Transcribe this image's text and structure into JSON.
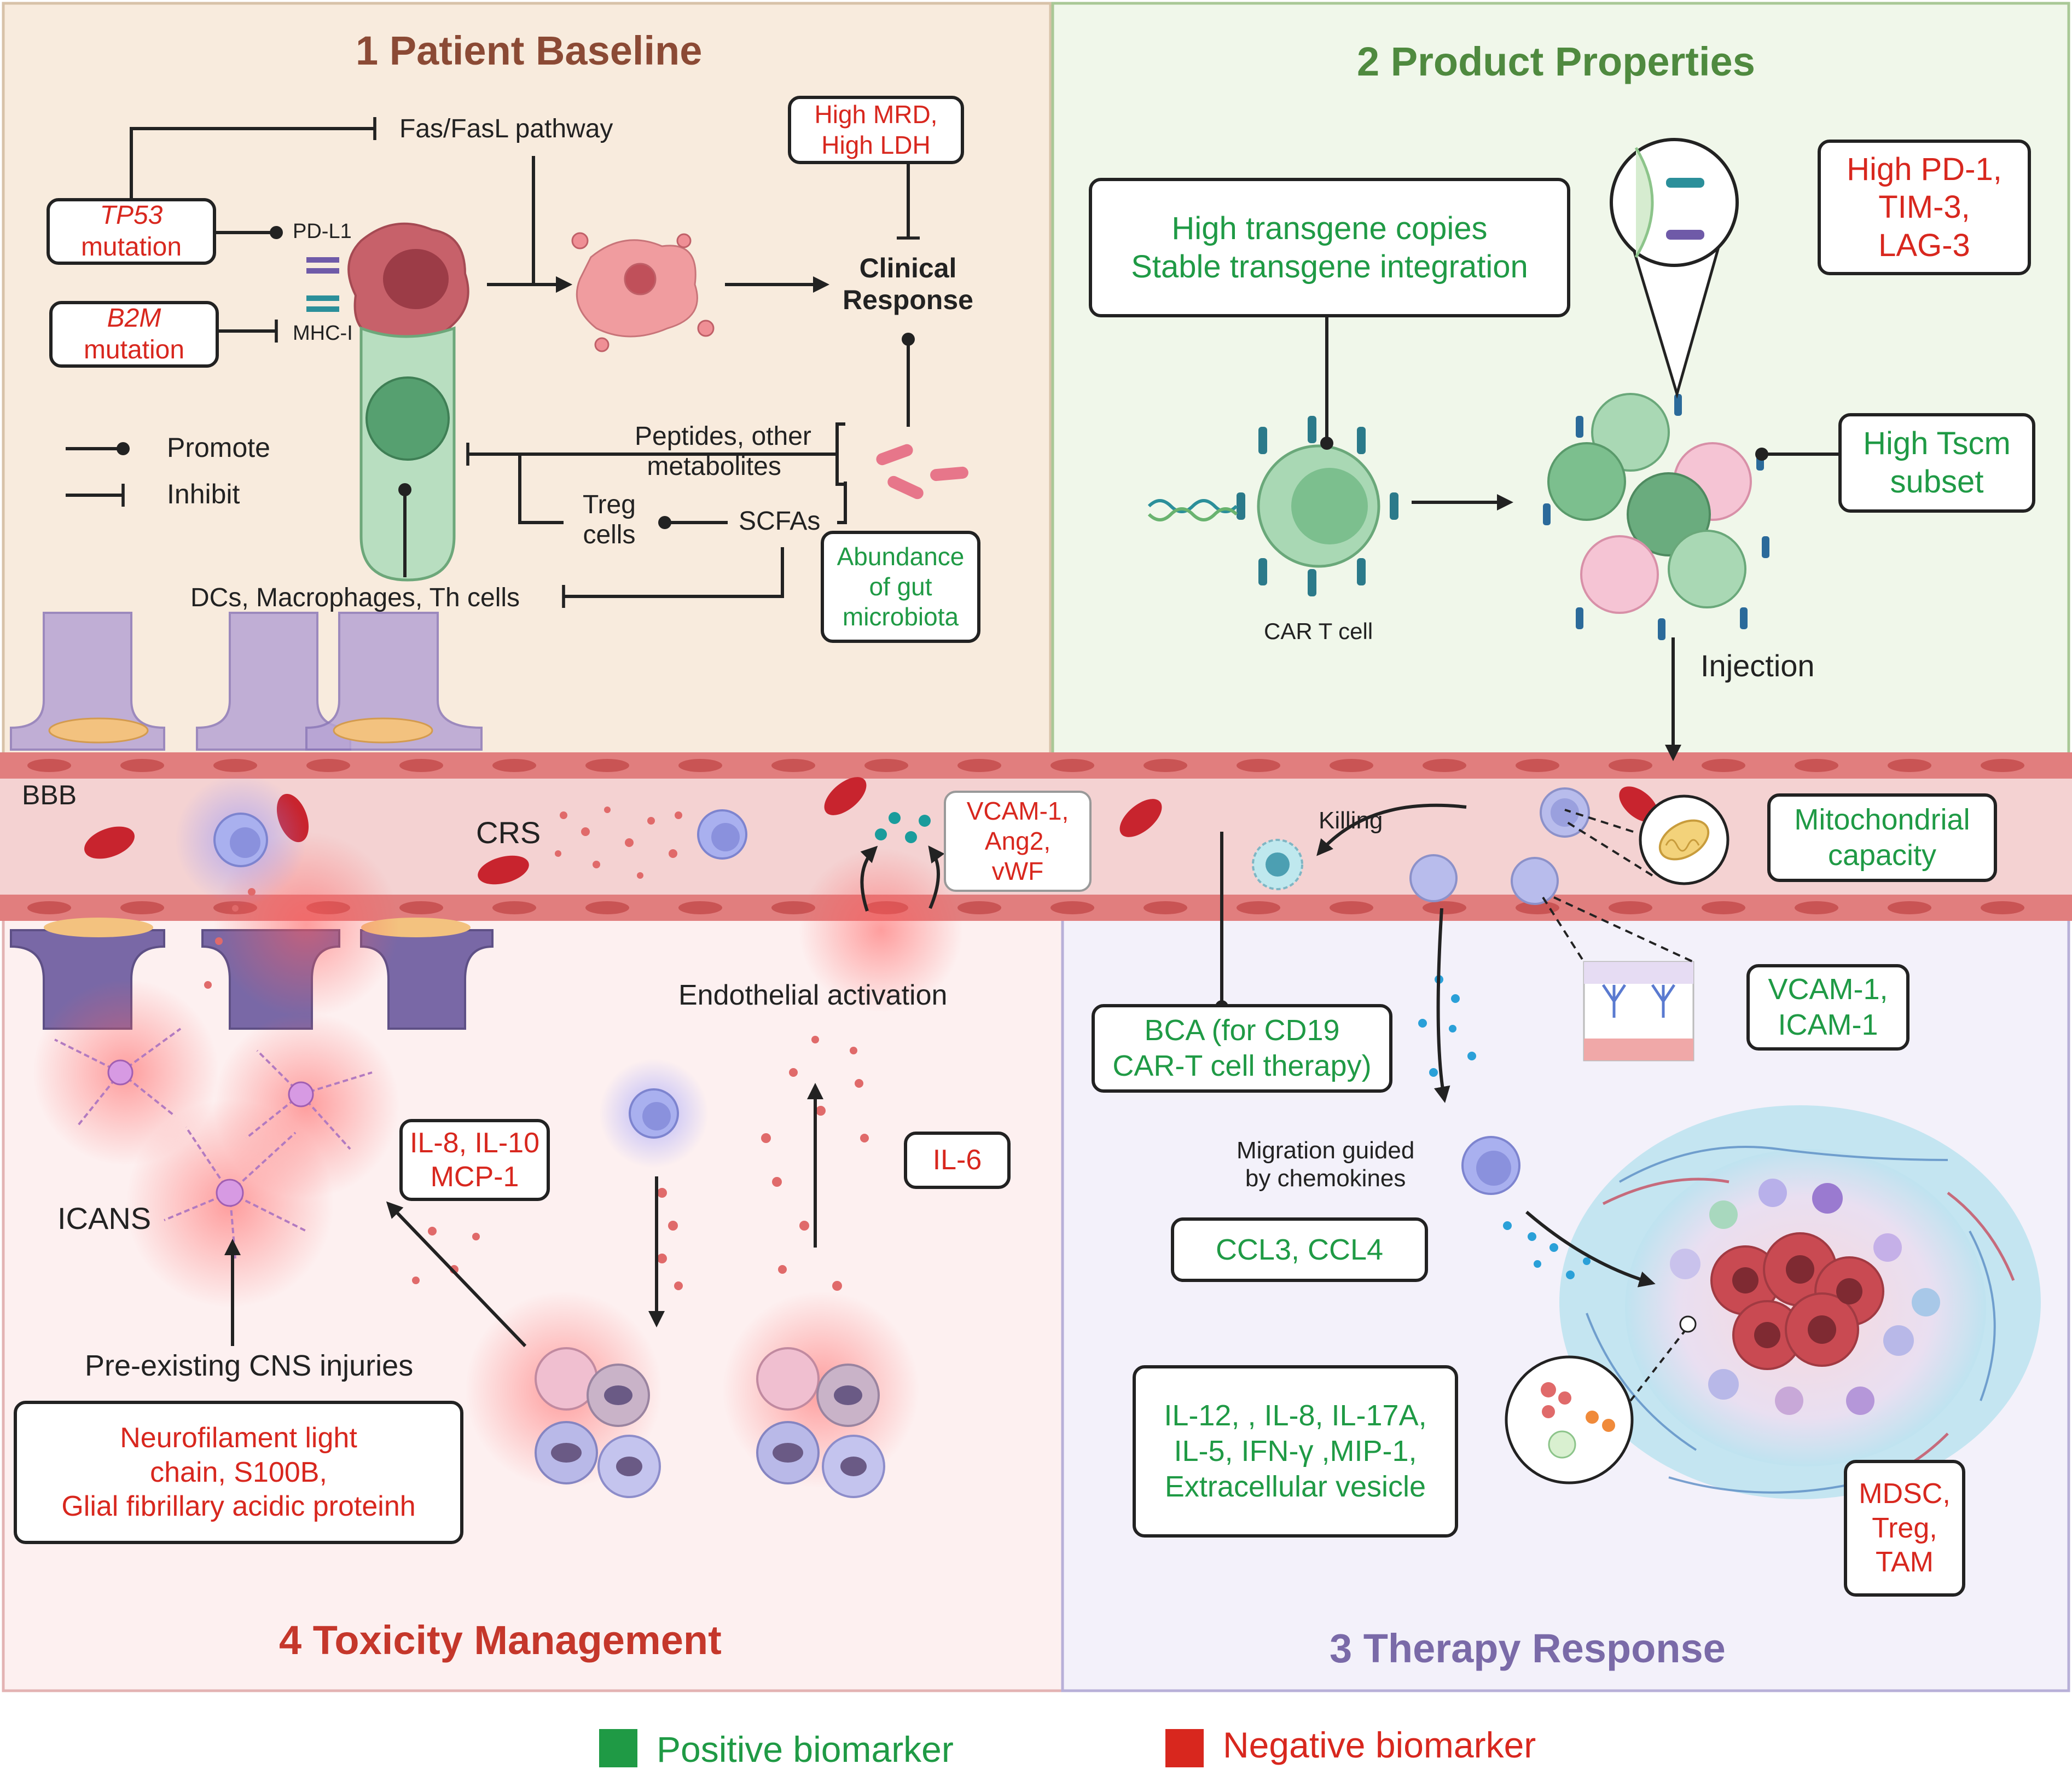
{
  "sections": {
    "baseline": {
      "title": "1 Patient Baseline",
      "color": "#8b4a35"
    },
    "product": {
      "title": "2  Product Properties",
      "color": "#4f8a3f"
    },
    "therapy": {
      "title": "3  Therapy Response",
      "color": "#7a6aa8"
    },
    "toxicity": {
      "title": "4  Toxicity Management",
      "color": "#c5372b"
    }
  },
  "baseline": {
    "fasfasl": "Fas/FasL pathway",
    "tp53_gene": "TP53",
    "tp53_word": "mutation",
    "b2m_gene": "B2M",
    "b2m_word": "mutation",
    "pdl1": "PD-L1",
    "mhc1": "MHC-I",
    "mrd_line1": "High MRD,",
    "mrd_line2": "High LDH",
    "clinical_line1": "Clinical",
    "clinical_line2": "Response",
    "legend_promote": "Promote",
    "legend_inhibit": "Inhibit",
    "peptides_line1": "Peptides, other",
    "peptides_line2": "metabolites",
    "treg_line1": "Treg",
    "treg_line2": "cells",
    "scfas": "SCFAs",
    "microbiota_line1": "Abundance",
    "microbiota_line2": "of gut",
    "microbiota_line3": "microbiota",
    "dcs": "DCs, Macrophages, Th cells"
  },
  "product": {
    "transgene_line1": "High transgene copies",
    "transgene_line2": "Stable transgene integration",
    "checkpoint_line1": "High PD-1,",
    "checkpoint_line2": "TIM-3,",
    "checkpoint_line3": "LAG-3",
    "tscm_line1": "High Tscm",
    "tscm_line2": "subset",
    "car_t": "CAR T cell",
    "injection": "Injection"
  },
  "vessel": {
    "bbb": "BBB",
    "crs": "CRS",
    "vcam_line1": "VCAM-1,",
    "vcam_line2": "Ang2,",
    "vcam_line3": "vWF",
    "killing": "Killing",
    "mito_line1": "Mitochondrial",
    "mito_line2": "capacity"
  },
  "therapy": {
    "bca_line1": "BCA  (for CD19",
    "bca_line2": "CAR-T cell therapy)",
    "vcam_line1": "VCAM-1,",
    "vcam_line2": "ICAM-1",
    "migration_line1": "Migration guided",
    "migration_line2": "by chemokines",
    "ccl": "CCL3, CCL4",
    "cyto_line1": "IL-12, , IL-8,  IL-17A,",
    "cyto_line2": "IL-5, IFN-γ ,MIP-1,",
    "cyto_line3": "Extracellular vesicle",
    "mdsc_line1": "MDSC,",
    "mdsc_line2": "Treg,",
    "mdsc_line3": "TAM"
  },
  "toxicity": {
    "endothelial": "Endothelial activation",
    "il8_line1": "IL-8, IL-10",
    "il8_line2": "MCP-1",
    "il6": "IL-6",
    "icans": "ICANS",
    "preexisting": "Pre-existing CNS injuries",
    "nfl_line1": "Neurofilament light",
    "nfl_line2": "chain, S100B,",
    "nfl_line3": "Glial fibrillary acidic proteinh"
  },
  "legend": {
    "positive": "Positive biomarker",
    "negative": "Negative biomarker",
    "positive_color": "#1f9a45",
    "negative_color": "#d8271e"
  }
}
